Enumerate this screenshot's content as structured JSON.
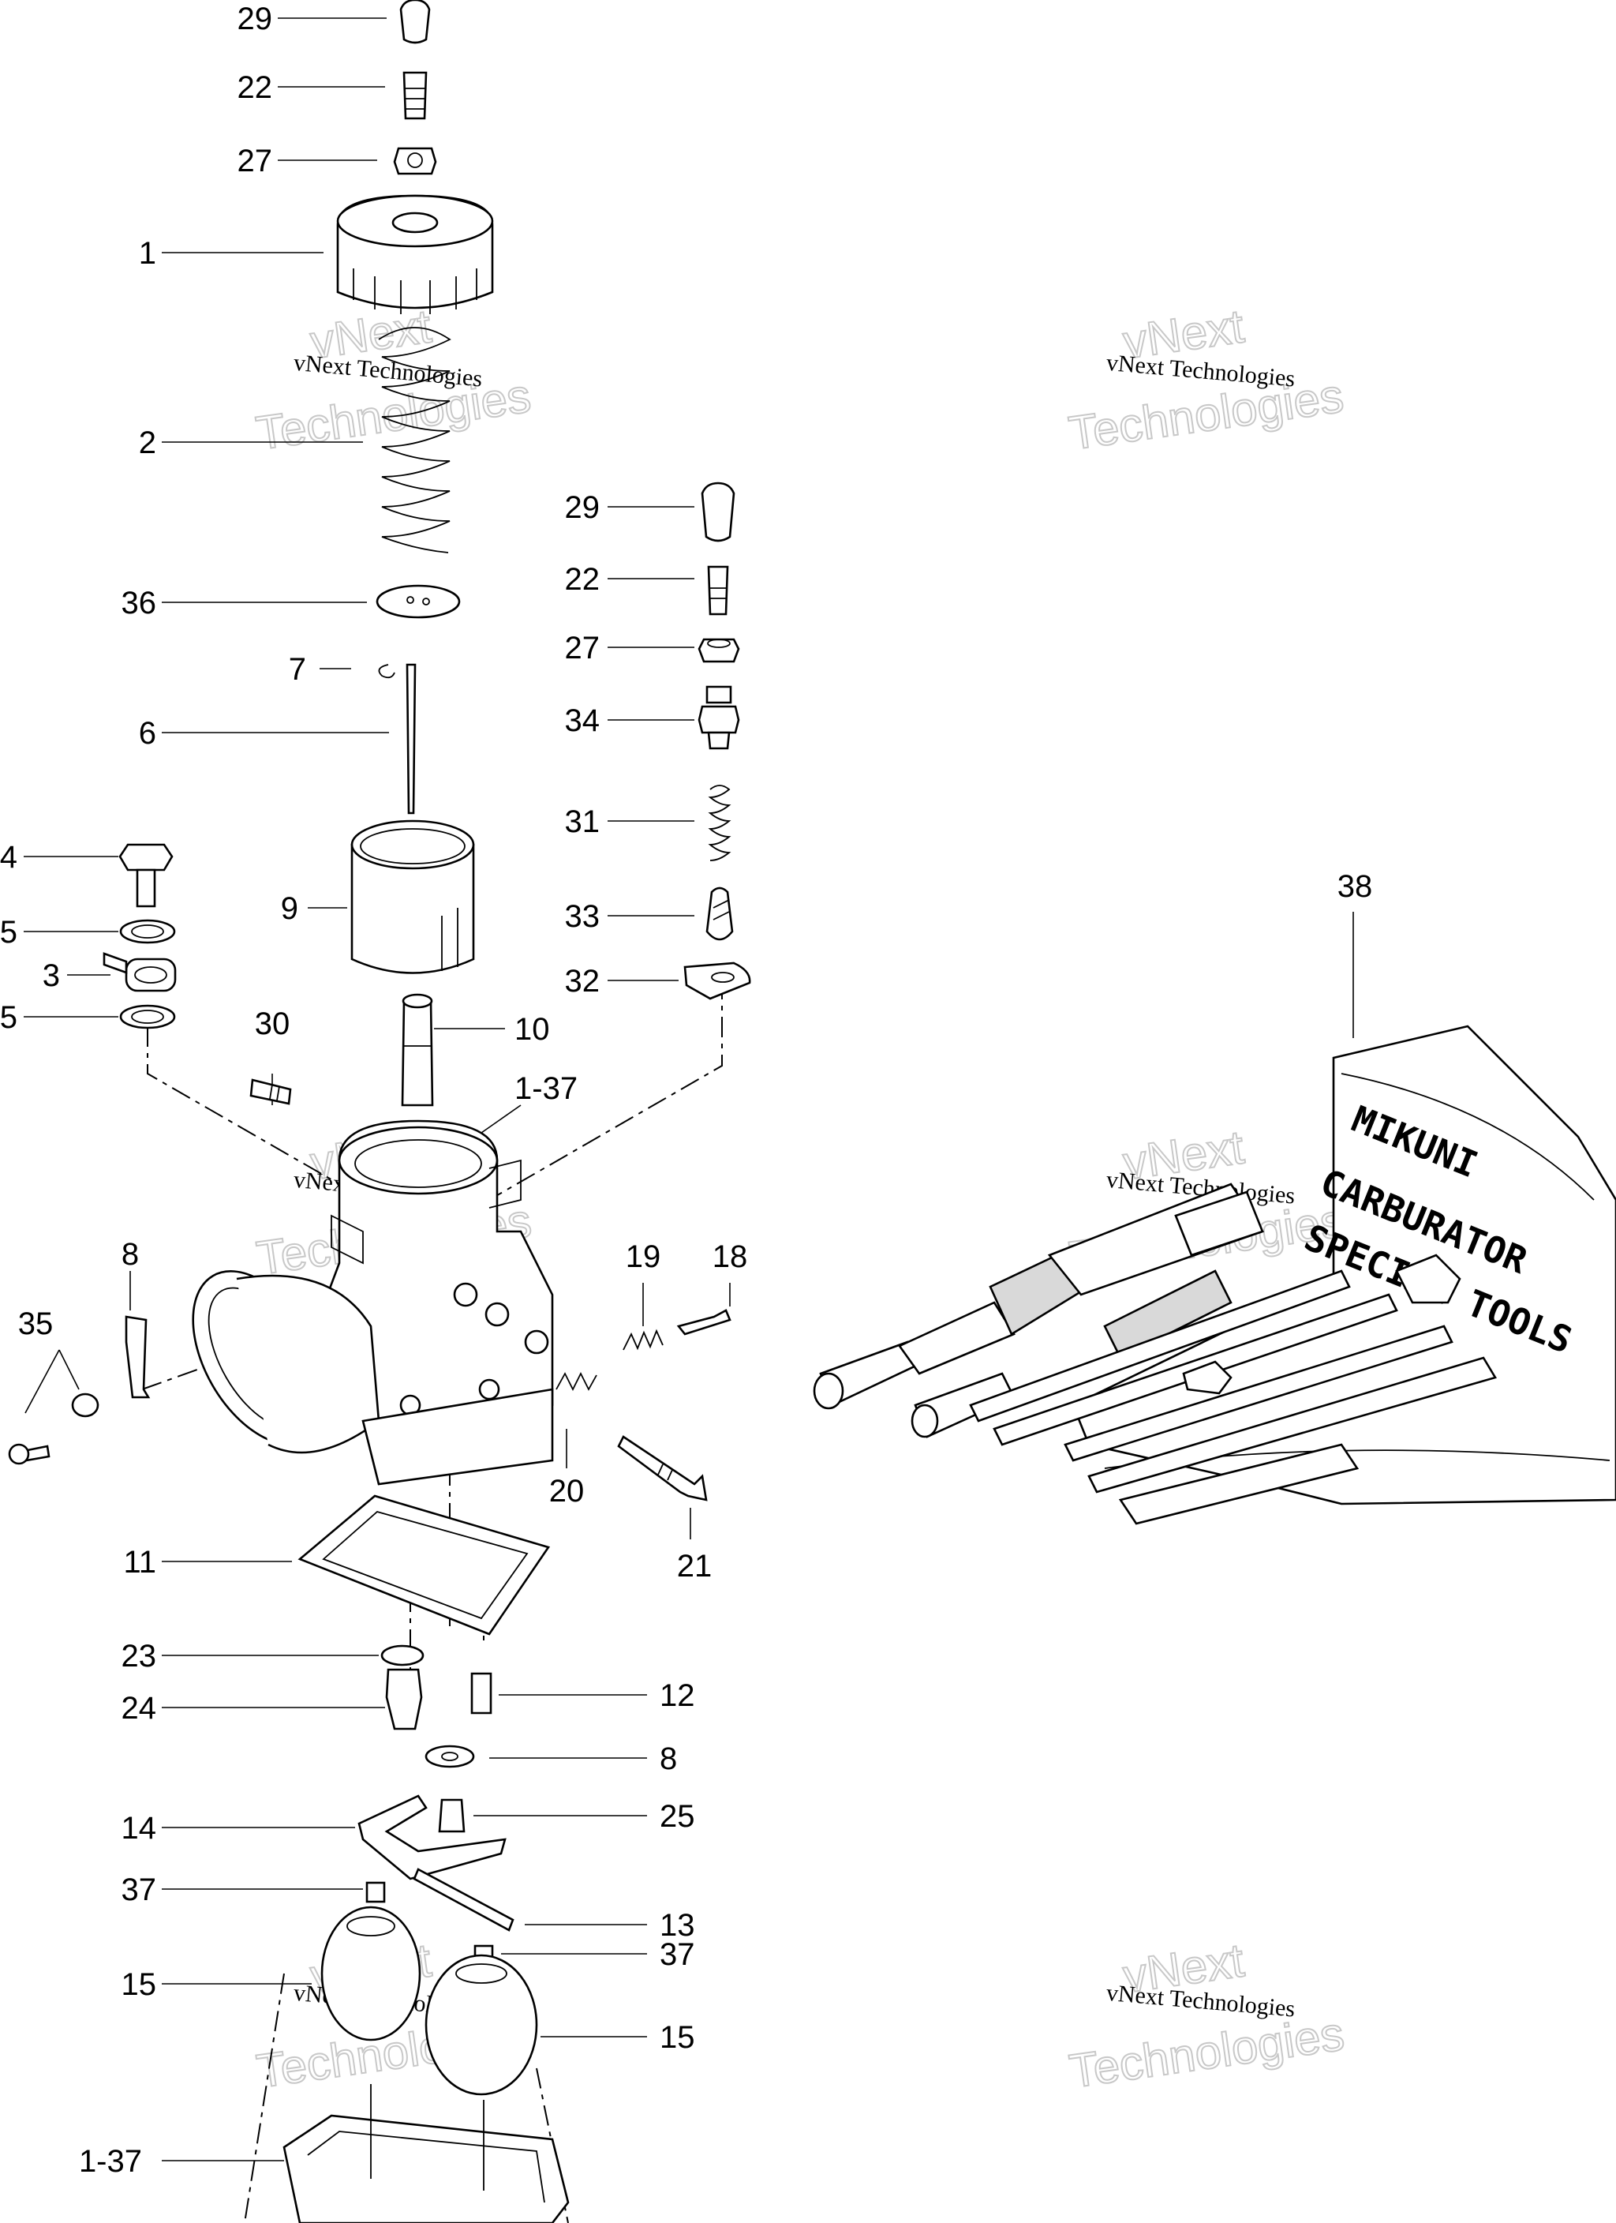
{
  "diagram": {
    "callouts": [
      {
        "id": "c29a",
        "label": "29"
      },
      {
        "id": "c22a",
        "label": "22"
      },
      {
        "id": "c27a",
        "label": "27"
      },
      {
        "id": "c1",
        "label": "1"
      },
      {
        "id": "c2",
        "label": "2"
      },
      {
        "id": "c36",
        "label": "36"
      },
      {
        "id": "c7",
        "label": "7"
      },
      {
        "id": "c6",
        "label": "6"
      },
      {
        "id": "c4",
        "label": "4"
      },
      {
        "id": "c5a",
        "label": "5"
      },
      {
        "id": "c3",
        "label": "3"
      },
      {
        "id": "c5b",
        "label": "5"
      },
      {
        "id": "c9",
        "label": "9"
      },
      {
        "id": "c30",
        "label": "30"
      },
      {
        "id": "c10",
        "label": "10"
      },
      {
        "id": "c137a",
        "label": "1-37"
      },
      {
        "id": "c29b",
        "label": "29"
      },
      {
        "id": "c22b",
        "label": "22"
      },
      {
        "id": "c27b",
        "label": "27"
      },
      {
        "id": "c34",
        "label": "34"
      },
      {
        "id": "c31",
        "label": "31"
      },
      {
        "id": "c33",
        "label": "33"
      },
      {
        "id": "c32",
        "label": "32"
      },
      {
        "id": "c38",
        "label": "38"
      },
      {
        "id": "c8a",
        "label": "8"
      },
      {
        "id": "c35",
        "label": "35"
      },
      {
        "id": "c19",
        "label": "19"
      },
      {
        "id": "c18",
        "label": "18"
      },
      {
        "id": "c20",
        "label": "20"
      },
      {
        "id": "c21",
        "label": "21"
      },
      {
        "id": "c11",
        "label": "11"
      },
      {
        "id": "c23",
        "label": "23"
      },
      {
        "id": "c24",
        "label": "24"
      },
      {
        "id": "c12",
        "label": "12"
      },
      {
        "id": "c8b",
        "label": "8"
      },
      {
        "id": "c14",
        "label": "14"
      },
      {
        "id": "c25",
        "label": "25"
      },
      {
        "id": "c37a",
        "label": "37"
      },
      {
        "id": "c13",
        "label": "13"
      },
      {
        "id": "c37b",
        "label": "37"
      },
      {
        "id": "c15a",
        "label": "15"
      },
      {
        "id": "c15b",
        "label": "15"
      },
      {
        "id": "c137b",
        "label": "1-37"
      }
    ],
    "watermark": {
      "line1": "vNext Technologies",
      "line2": "vNext",
      "line3": "Technologies"
    },
    "tool_kit_text": [
      "MIKUNI",
      "CARBURATOR",
      "SPECIAL TOOLS"
    ]
  }
}
